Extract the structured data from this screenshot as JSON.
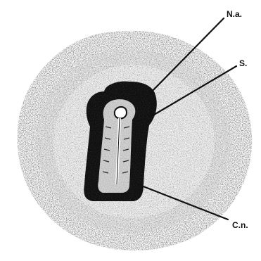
{
  "labels": {
    "na": "N.a.",
    "s": "S.",
    "cn": "C.n."
  },
  "colors": {
    "ink": "#111111",
    "background": "#ffffff",
    "mid_ring": "#d9d9d9",
    "outer_ring": "#7a7a7a",
    "core": "#0d0d0d"
  }
}
